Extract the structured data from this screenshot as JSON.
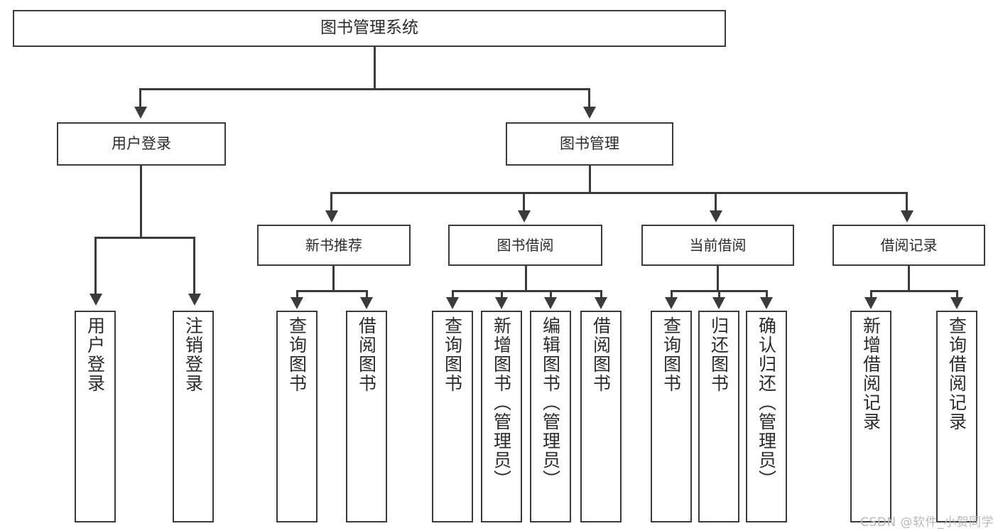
{
  "diagram": {
    "title": "图书管理系统",
    "type": "tree-hierarchy-chart",
    "watermark": "CSDN @软件_小贺同学"
  },
  "root": {
    "label": "图书管理系统"
  },
  "level2": [
    {
      "label": "用户登录"
    },
    {
      "label": "图书管理"
    }
  ],
  "level3": [
    {
      "label": "新书推荐"
    },
    {
      "label": "图书借阅"
    },
    {
      "label": "当前借阅"
    },
    {
      "label": "借阅记录"
    }
  ],
  "leaves": {
    "user_login": [
      {
        "label": "用户登录"
      },
      {
        "label": "注销登录"
      }
    ],
    "new_book_recommend": [
      {
        "label": "查询图书"
      },
      {
        "label": "借阅图书"
      }
    ],
    "book_borrow": [
      {
        "label": "查询图书"
      },
      {
        "label": "新增图书（管理员）"
      },
      {
        "label": "编辑图书（管理员）"
      },
      {
        "label": "借阅图书"
      }
    ],
    "current_borrow": [
      {
        "label": "查询图书"
      },
      {
        "label": "归还图书"
      },
      {
        "label": "确认归还（管理员）"
      }
    ],
    "borrow_records": [
      {
        "label": "新增借阅记录"
      },
      {
        "label": "查询借阅记录"
      }
    ]
  },
  "colors": {
    "stroke": "#3b3b3b",
    "fill": "#ffffff",
    "text": "#2b2b2b",
    "watermark": "#b9b9b9"
  }
}
